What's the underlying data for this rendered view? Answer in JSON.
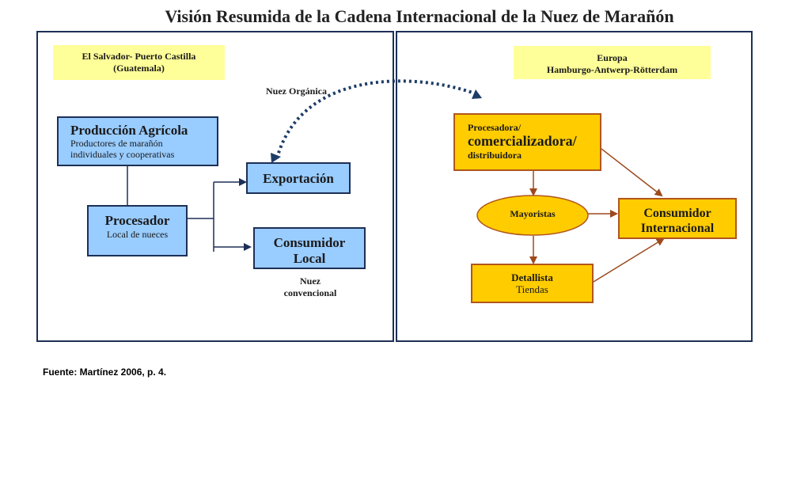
{
  "title": "Visión Resumida de la Cadena Internacional de la Nuez de Marañón",
  "left_panel": {
    "region_line1": "El Salvador- Puerto Castilla",
    "region_line2": "(Guatemala)",
    "produccion": {
      "title": "Producción Agrícola",
      "line1": "Productores de marañón",
      "line2": "individuales y cooperativas"
    },
    "procesador": {
      "title": "Procesador",
      "subtitle": "Local de nueces"
    },
    "exportacion": "Exportación",
    "consumidor_local": {
      "line1": "Consumidor",
      "line2": "Local"
    },
    "nuez_convencional": {
      "line1": "Nuez",
      "line2": "convencional"
    }
  },
  "organic_label": "Nuez Orgánica",
  "right_panel": {
    "region_line1": "Europa",
    "region_line2": "Hamburgo-Antwerp-Rötterdam",
    "procesadora": {
      "line1": "Procesadora/",
      "line2": "comercializadora/",
      "line3": "distribuidora"
    },
    "mayoristas": "Mayoristas",
    "detallista": {
      "title": "Detallista",
      "subtitle": "Tiendas"
    },
    "consumidor_internacional": {
      "line1": "Consumidor",
      "line2": "Internacional"
    }
  },
  "source": "Fuente: Martínez 2006, p. 4.",
  "colors": {
    "frame": "#1d2f57",
    "blue_box": "#99ccff",
    "orange_box": "#ffcc00",
    "orange_border": "#b1561b",
    "label_bg": "#ffff99",
    "brown_arrow": "#9c4a1e"
  }
}
